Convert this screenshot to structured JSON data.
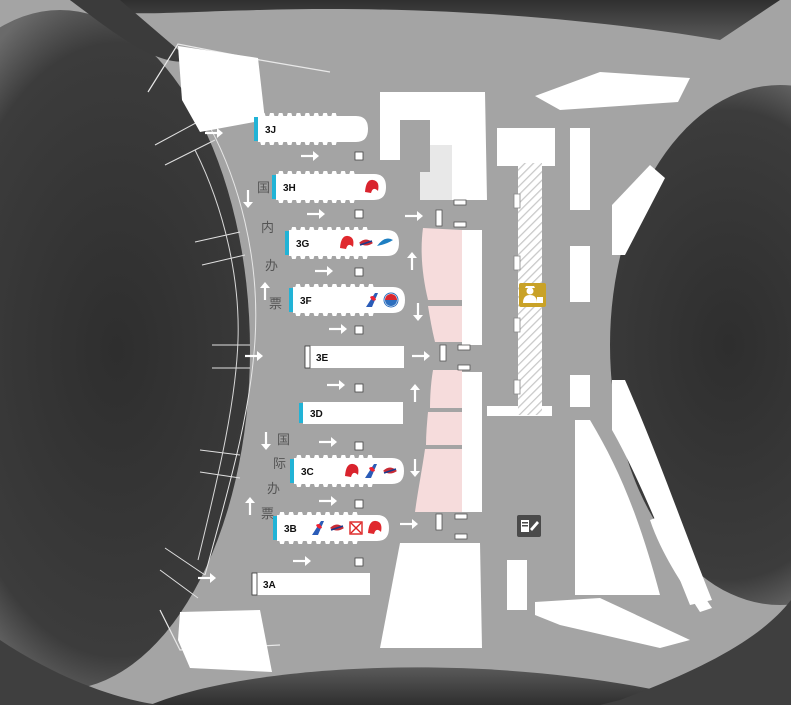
{
  "colors": {
    "floor": "#a4a4a4",
    "dark_void": "#3e3e3e",
    "building": "#ffffff",
    "checkin_pink": "#f6dcdc",
    "counter_cyan": "#21b3d6",
    "service_gold": "#c9a227",
    "service_dark": "#4a4a4a"
  },
  "areas": [
    {
      "id": "3J",
      "label": "3J",
      "airlines": []
    },
    {
      "id": "3H",
      "label": "3H",
      "airlines": [
        "air-china-logo"
      ]
    },
    {
      "id": "3G",
      "label": "3G",
      "airlines": [
        "shenzhen-airlines-logo",
        "china-eastern-logo",
        "xiamen-airlines-logo"
      ]
    },
    {
      "id": "3F",
      "label": "3F",
      "airlines": [
        "china-southern-logo",
        "korean-air-logo"
      ]
    },
    {
      "id": "3E",
      "label": "3E",
      "airlines": []
    },
    {
      "id": "3D",
      "label": "3D",
      "airlines": []
    },
    {
      "id": "3C",
      "label": "3C",
      "airlines": [
        "air-china-logo",
        "china-southern-logo",
        "china-eastern-logo"
      ]
    },
    {
      "id": "3B",
      "label": "3B",
      "airlines": [
        "china-southern-logo",
        "china-eastern-logo",
        "hainan-logo",
        "shenzhen-airlines-logo"
      ]
    },
    {
      "id": "3A",
      "label": "3A",
      "airlines": []
    }
  ],
  "domestic_ticketing": [
    "国",
    "内",
    "办",
    "票"
  ],
  "international_ticketing": [
    "国",
    "际",
    "办",
    "票"
  ],
  "icons": [
    "police-icon",
    "ticket-office-icon",
    "arrow-icon"
  ]
}
